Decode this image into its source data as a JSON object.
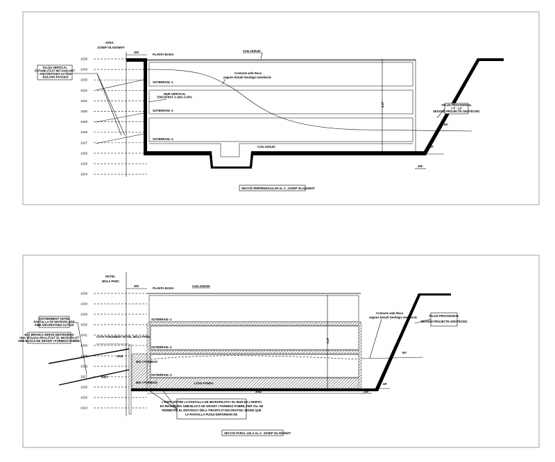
{
  "levels": [
    "1035",
    "1034",
    "1033",
    "1032",
    "1031",
    "1030",
    "1029",
    "1028",
    "1027",
    "1026",
    "1025",
    "1024"
  ],
  "top": {
    "street_label_1": "AVDA.",
    "street_label_2": "JOSEP VILADOMAT",
    "dim_wall": "300",
    "planta_baixa": "PLANTA BAIXA",
    "cota_top": "Cota 1035,00",
    "cota_bottom": "Cota 1025,93",
    "contact_1": "Contacte amb Roca",
    "contact_2": "segons Estudi Geològic-Geotècnic",
    "soterrani_1": "SOTERRANI -1",
    "soterrani_2": "SOTERRANI -2",
    "soterrani_3": "SOTERRANI -3",
    "note_left": [
      "TALÚS VERTICAL",
      "ESTABILITZAT MITJANÇANT",
      "- ANCORATGES ACTIUS",
      "- BULONS PASSIUS"
    ],
    "note_mur": [
      "MUR VERTICAL",
      "ENCOFRAT A UNA CARA"
    ],
    "note_right": [
      "TALÚS PROVISIONAL",
      "1'5 - 1,0",
      "SEGONS PROJECTE GEOTÈCNIC"
    ],
    "height_dim": "9,07",
    "dim_toe": "100",
    "angle_1": "45º",
    "angle_2": "60º",
    "caption": "SECCIÓ PERPENDICULAR AL C. JOSEP VILADOMAT"
  },
  "bottom": {
    "hotel_1": "HOTEL",
    "hotel_2": "MOLA PARC",
    "dim_wall": "300",
    "planta_baixa": "PLANTA BAIXA",
    "cota_top": "Cota 1035,00",
    "soterrani_1": "SOTERRANI -1",
    "soterrani_2": "SOTERRANI -2",
    "soterrani_3": "SOTERRANI -3",
    "cota_fonam": "COTA FONAMENT HOTEL MOLA PARC",
    "cota_1": "1029",
    "cota_2": "1027",
    "mix_label": "MIX I FORMIGÓ",
    "losa": "LOSA FONDA",
    "note_left_1": [
      "SOSTENIMENT HOTEL",
      "PANTALLA DE MICROPILOTS",
      "AMB ANCORATGES ACTIUS"
    ],
    "note_left_2": [
      "ELS BRANCS SERAN DESTRUÏDES",
      "UNA VEGADA REALITZAT EL MICROPILOT",
      "AMB BLOCS DE GRANIT I FORMIGÓ POBRE."
    ],
    "note_center": [
      "L'ESPAI ENTRE LA PANTALLA DE MICROPILOTS I EL MUR DE L'EDIFICI",
      "ES REOMPLIRÀ AMB BLOCS DE GRANIT I FORMIGÓ POBRE, PER TAL DE",
      "PERMETRE EL DESTESAT DELS TIRANTS D'ANCORATGE, SENSE QUE",
      "LA PANTALLA PUGUI DEFORMAR-SE."
    ],
    "contact_1": "Contacte amb Roca",
    "contact_2": "segons Estudi Geològic-Geotècnic",
    "note_right": [
      "TALÚS PROVISIONAL",
      "SEGONS PROJECTE GEOTÈCNIC"
    ],
    "height_dim": "9,07",
    "dim_span": "3942",
    "dim_toe": "100",
    "angle_1": "45º",
    "angle_2": "60º",
    "caption": "SECCIÓ PARAL·LELA AL C. JOSEP VILADOMAT"
  }
}
